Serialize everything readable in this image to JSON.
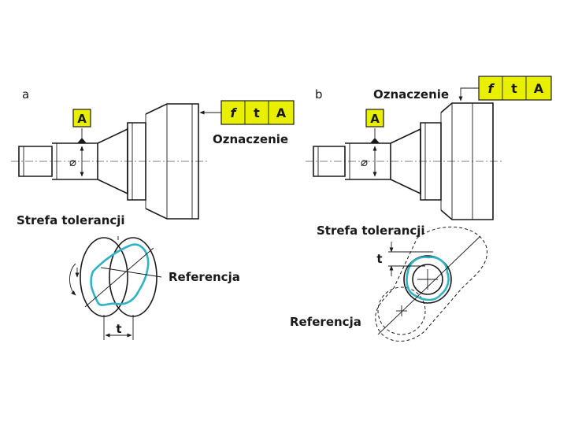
{
  "panel_a": {
    "letter": "a",
    "datum": "A",
    "diameter": "⌀",
    "frame": [
      "f",
      "t",
      "A"
    ],
    "label_designation": "Oznaczenie",
    "label_zone": "Strefa tolerancji",
    "label_reference": "Referencja",
    "label_t": "t"
  },
  "panel_b": {
    "letter": "b",
    "datum": "A",
    "diameter": "⌀",
    "frame": [
      "f",
      "t",
      "A"
    ],
    "label_designation": "Oznaczenie",
    "label_zone": "Strefa tolerancji",
    "label_reference": "Referencja",
    "label_t": "t"
  },
  "colors": {
    "frame_fill": "#e8f000",
    "zone_curve": "#2fb3c2",
    "ink": "#1a1a1a"
  }
}
